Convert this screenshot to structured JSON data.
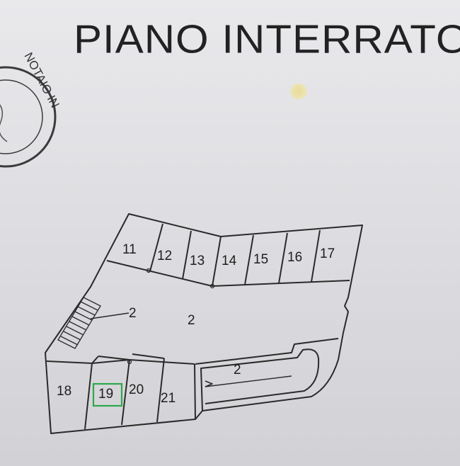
{
  "title": "PIANO INTERRATO",
  "stamp": {
    "text": "NOTAIO IN"
  },
  "units": {
    "top_row": [
      "11",
      "12",
      "13",
      "14",
      "15",
      "16",
      "17"
    ],
    "bottom_row": [
      "18",
      "19",
      "20",
      "21"
    ],
    "highlighted": "19"
  },
  "common_area_labels": [
    "2",
    "2",
    "2"
  ],
  "colors": {
    "highlight": "#2fa84a",
    "ink": "#1e1e1e",
    "paper": "#e3e3e6"
  }
}
